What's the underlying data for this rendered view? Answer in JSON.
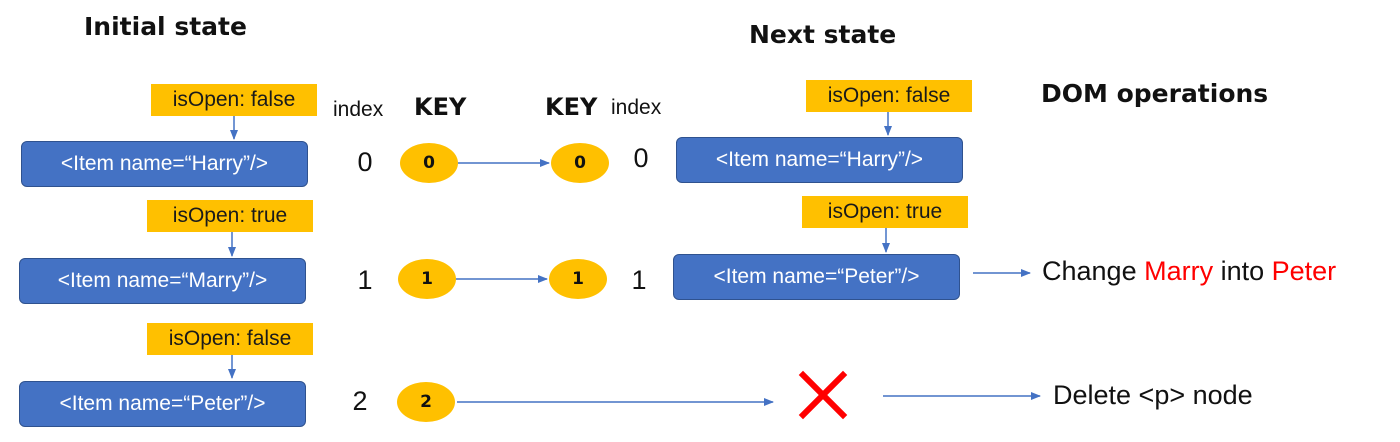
{
  "headings": {
    "initial": "Initial state",
    "next": "Next state",
    "dom_ops": "DOM operations"
  },
  "column_labels": {
    "index_left": "index",
    "key_left": "KEY",
    "key_right": "KEY",
    "index_right": "index"
  },
  "initial": [
    {
      "state": "isOpen: false",
      "item": "<Item name=“Harry”/>",
      "index": "0",
      "key": "0"
    },
    {
      "state": "isOpen: true",
      "item": "<Item name=“Marry”/>",
      "index": "1",
      "key": "1"
    },
    {
      "state": "isOpen: false",
      "item": "<Item name=“Peter”/>",
      "index": "2",
      "key": "2"
    }
  ],
  "next": [
    {
      "state": "isOpen: false",
      "item": "<Item name=“Harry”/>",
      "index": "0",
      "key": "0"
    },
    {
      "state": "isOpen: true",
      "item": "<Item name=“Peter”/>",
      "index": "1",
      "key": "1"
    }
  ],
  "removed_icon": "cross-mark-icon",
  "operations": {
    "change": {
      "prefix": "Change ",
      "old": "Marry",
      "mid": " into ",
      "new": "Peter"
    },
    "delete": "Delete <p> node"
  },
  "colors": {
    "item_fill": "#4472C4",
    "state_fill": "#FFC000",
    "key_fill": "#FFC000",
    "arrow": "#4472C4",
    "cross": "#FF0000",
    "highlight_text": "#FF0000"
  }
}
